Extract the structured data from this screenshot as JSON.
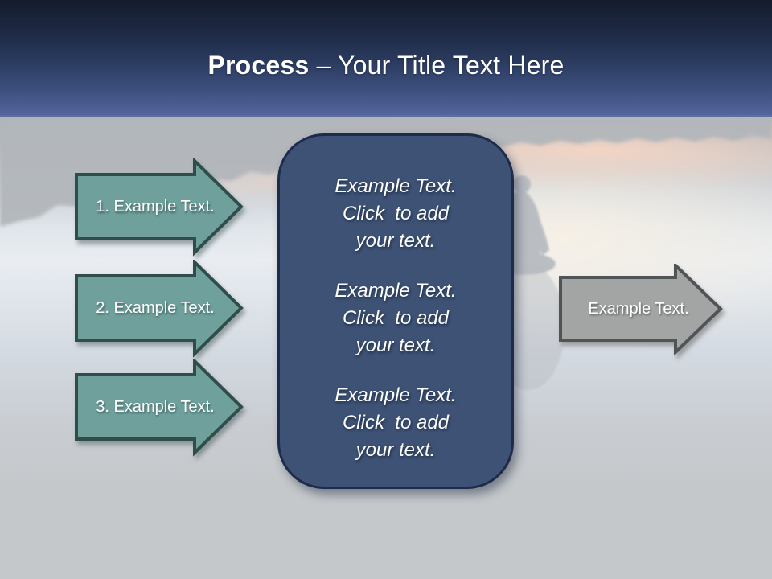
{
  "header": {
    "title_bold": "Process",
    "title_rest": " – Your Title Text Here"
  },
  "process_steps": [
    {
      "label": "1. Example Text."
    },
    {
      "label": "2. Example Text."
    },
    {
      "label": "3. Example Text."
    }
  ],
  "center_panel": {
    "blocks": [
      {
        "line1": "Example Text.",
        "line2": "Click  to add",
        "line3": "your text."
      },
      {
        "line1": "Example Text.",
        "line2": "Click  to add",
        "line3": "your text."
      },
      {
        "line1": "Example Text.",
        "line2": "Click  to add",
        "line3": "your text."
      }
    ]
  },
  "output_arrow": {
    "label": "Example Text."
  },
  "theme": {
    "header_top": "#141c2d",
    "header_bottom": "#53659b",
    "teal_fill": "#6fa09c",
    "teal_border": "#2e4d4b",
    "panel_fill": "#3d5275",
    "panel_border": "#1e2b4a",
    "gray_fill": "#a3a5a5",
    "gray_border": "#505454",
    "text": "#ffffff"
  }
}
